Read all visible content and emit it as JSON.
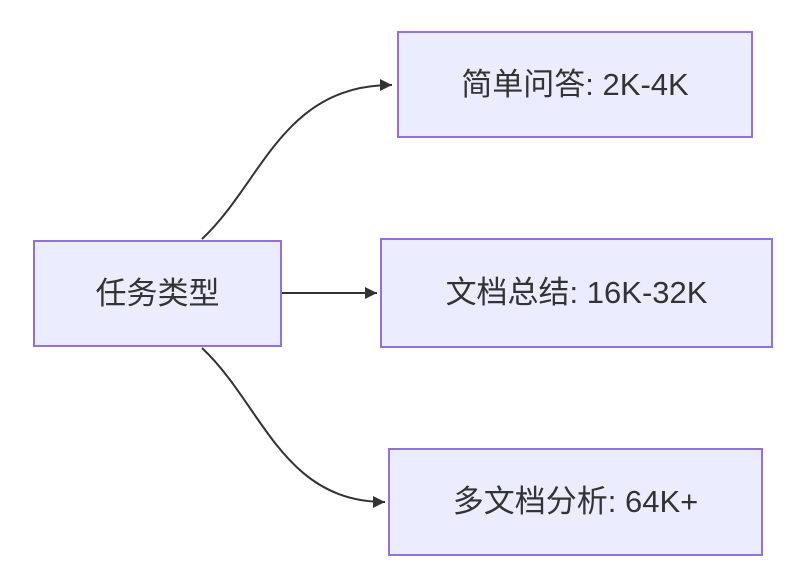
{
  "diagram": {
    "nodes": {
      "root": {
        "label": "任务类型"
      },
      "top": {
        "label": "简单问答: 2K-4K"
      },
      "middle": {
        "label": "文档总结: 16K-32K"
      },
      "bottom": {
        "label": "多文档分析: 64K+"
      }
    },
    "colors": {
      "node_fill": "#ECECFF",
      "node_border": "#9370DB",
      "edge": "#333333",
      "text": "#333333",
      "background": "#FFFFFF"
    }
  }
}
